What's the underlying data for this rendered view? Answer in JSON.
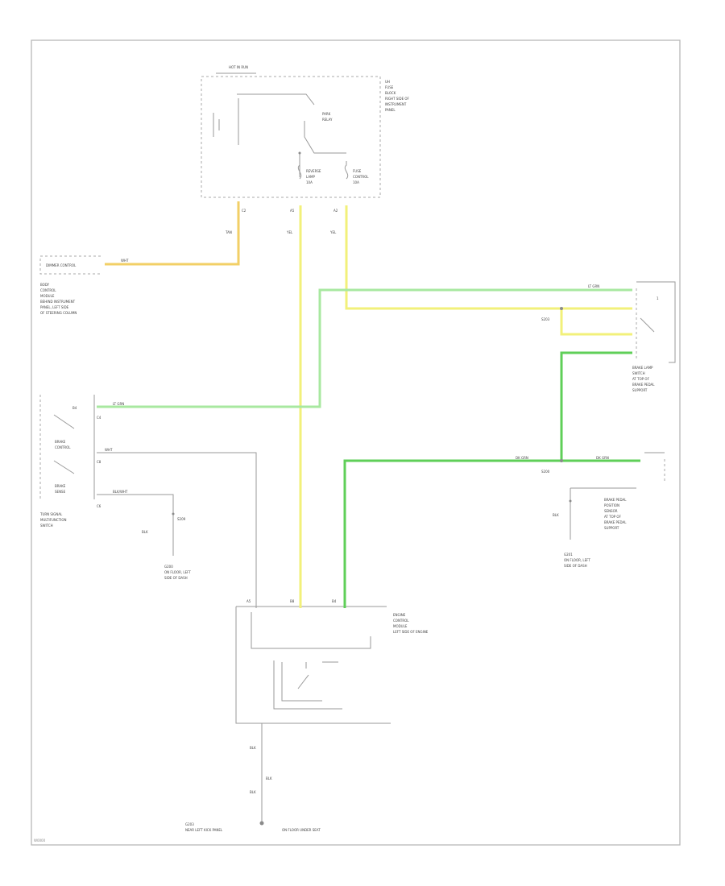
{
  "diagram": {
    "footer_code": "W0000",
    "colors": {
      "yellow": "#f2f07a",
      "orange": "#f2cf66",
      "light_green": "#a8e8a0",
      "green": "#5fcf58",
      "line": "#9a9a9a"
    },
    "fuse_block": {
      "header": "HOT IN RUN",
      "side_text": [
        "UH",
        "FUSE",
        "BLOCK",
        "RIGHT SIDE OF",
        "INSTRUMENT",
        "PANEL"
      ],
      "relay_label": [
        "PARK",
        "RELAY"
      ],
      "fuse_left": [
        "REVERSE",
        "LAMP",
        "10A"
      ],
      "fuse_right": [
        "FUSE",
        "CONTROL",
        "10A"
      ],
      "pins": [
        "C2",
        "A5",
        "A2"
      ]
    },
    "left_module": {
      "title": "DIMMER CONTROL",
      "lines": [
        "BODY",
        "CONTROL",
        "MODULE",
        "BEHIND INSTRUMENT",
        "PANEL, LEFT SIDE",
        "OF STEERING COLUMN"
      ]
    },
    "switch": {
      "pins": [
        "B4",
        "C8",
        "C6"
      ],
      "labels": [
        "BRAKE",
        "CONTROL",
        "BRAKE",
        "SENSE"
      ],
      "caption": [
        "TURN SIGNAL",
        "MULTIFUNCTION",
        "SWITCH"
      ]
    },
    "right_connector": {
      "caption": [
        "BRAKE LAMP",
        "SWITCH",
        "AT TOP OF",
        "BRAKE PEDAL",
        "SUPPORT"
      ]
    },
    "right_switch": {
      "caption": [
        "BRAKE PEDAL",
        "POSITION",
        "SENSOR",
        "AT TOP OF",
        "BRAKE PEDAL",
        "SUPPORT"
      ]
    },
    "grounds": {
      "g1": [
        "G200",
        "ON FLOOR, LEFT",
        "SIDE OF DASH"
      ],
      "g2": [
        "G201",
        "ON FLOOR, LEFT",
        "SIDE OF DASH"
      ],
      "g3": [
        "G203",
        "NEAR LEFT KICK PANEL",
        "ON FLOOR UNDER SEAT"
      ]
    },
    "ecm": {
      "title": [
        "ENGINE",
        "CONTROL",
        "MODULE",
        "LEFT SIDE OF ENGINE"
      ],
      "pins": [
        "A5",
        "B8",
        "B4"
      ]
    },
    "wire_labels": {
      "orange": "TAN",
      "orange2": "WHT",
      "yellow": "YEL",
      "yellow2": "YEL",
      "light_green": "LT GRN",
      "light_green2": "LT GRN",
      "green": "DK GRN",
      "green2": "DK GRN",
      "white": "WHT",
      "black": "BLK",
      "black2": "BLK/WHT"
    },
    "splices": [
      "S200",
      "S203",
      "S209"
    ]
  }
}
